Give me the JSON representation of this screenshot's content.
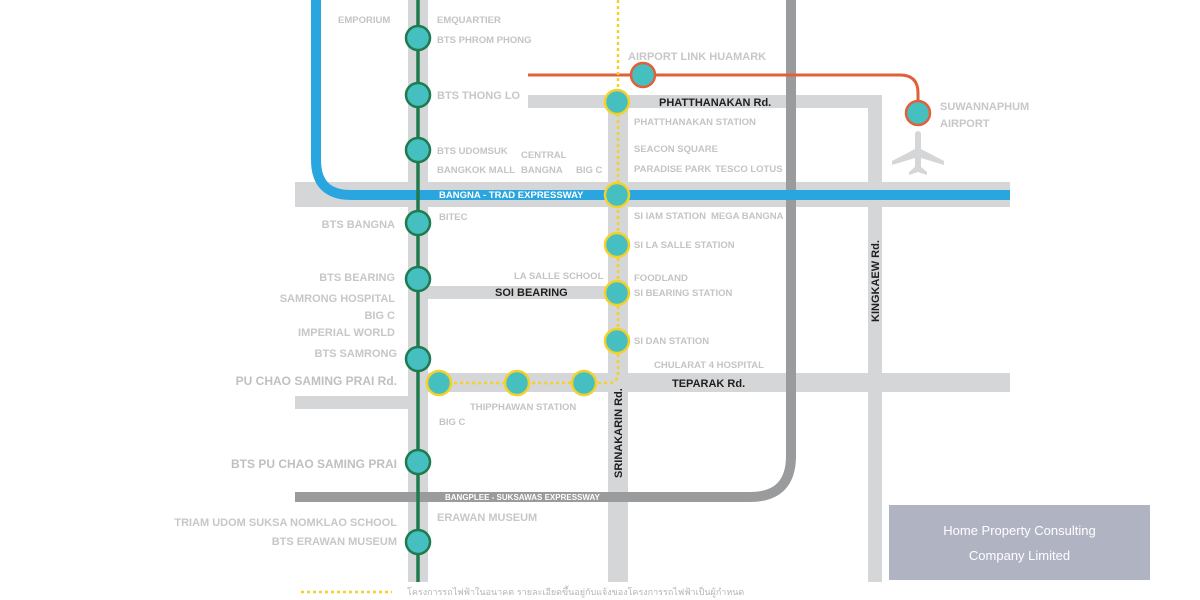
{
  "map": {
    "colors": {
      "bts_green": "#1f7a4d",
      "station_fill": "#45bfbf",
      "expressway_blue": "#29a6e0",
      "airport_link_orange": "#e0603a",
      "yellow_line": "#f3d12a",
      "road_grey": "#d5d6d8",
      "expressway_grey": "#9a9b9d"
    },
    "bts_stations_right": {
      "emquartier": "EMQUARTIER",
      "phrom_phong": "BTS PHROM PHONG",
      "thong_lo": "BTS THONG LO",
      "udomsuk": "BTS UDOMSUK",
      "bitec": "BITEC"
    },
    "left_labels": {
      "emporium": "EMPORIUM",
      "bts_bangna": "BTS BANGNA",
      "bts_bearing": "BTS BEARING",
      "samrong_hospital": "SAMRONG HOSPITAL",
      "big_c": "BIG C",
      "imperial_world": "IMPERIAL WORLD",
      "bts_samrong": "BTS SAMRONG",
      "pu_chao_road": "PU CHAO  SAMING PRAI Rd.",
      "bts_pu_chao": "BTS PU CHAO  SAMING PRAI",
      "triam_udom": "TRIAM UDOM SUKSA  NOMKLAO SCHOOL",
      "bts_erawan": "BTS ERAWAN MUSEUM"
    },
    "center_labels": {
      "bangkok_mall": "BANGKOK MALL",
      "central": "CENTRAL",
      "bangna": "BANGNA",
      "big_c": "BIG C",
      "la_salle_school": "LA SALLE SCHOOL",
      "thipphawan_station": "THIPPHAWAN STATION",
      "big_c_lower": "BIG C",
      "erawan_museum": "ERAWAN MUSEUM"
    },
    "yellow_line_labels": {
      "phatthanakan_station": "PHATTHANAKAN STATION",
      "seacon_square": "SEACON SQUARE",
      "paradise_park": "PARADISE PARK",
      "tesco_lotus": "TESCO LOTUS",
      "si_iam_station": "SI IAM STATION",
      "mega_bangna": "MEGA BANGNA",
      "si_la_salle_station": "SI LA SALLE STATION",
      "foodland": "FOODLAND",
      "si_bearing_station": "SI BEARING STATION",
      "si_dan_station": "SI DAN STATION",
      "chularat_hospital": "CHULARAT 4  HOSPITAL"
    },
    "roads": {
      "phatthanakan": "PHATTHANAKAN Rd.",
      "bangna_trad": "BANGNA - TRAD EXPRESSWAY",
      "soi_bearing": "SOI BEARING",
      "teparak": "TEPARAK Rd.",
      "srinakarin": "SRINAKARIN Rd.",
      "kingkaew": "KINGKAEW Rd.",
      "bangplee_suksawas": "BANGPLEE - SUKSAWAS EXPRESSWAY"
    },
    "airport": {
      "airport_link": "AIRPORT LINK HUAMARK",
      "suvarnabhumi_line1": "SUWANNAPHUM",
      "suvarnabhumi_line2": "AIRPORT",
      "plane_icon": "plane-icon"
    },
    "legend": {
      "note": "โครงการรถไฟฟ้าในอนาคต รายละเอียดขึ้นอยู่กับแจ้งของโครงการรถไฟฟ้าเป็นผู้กำหนด"
    }
  },
  "company": {
    "line1": "Home Property Consulting",
    "line2": "Company Limited"
  }
}
